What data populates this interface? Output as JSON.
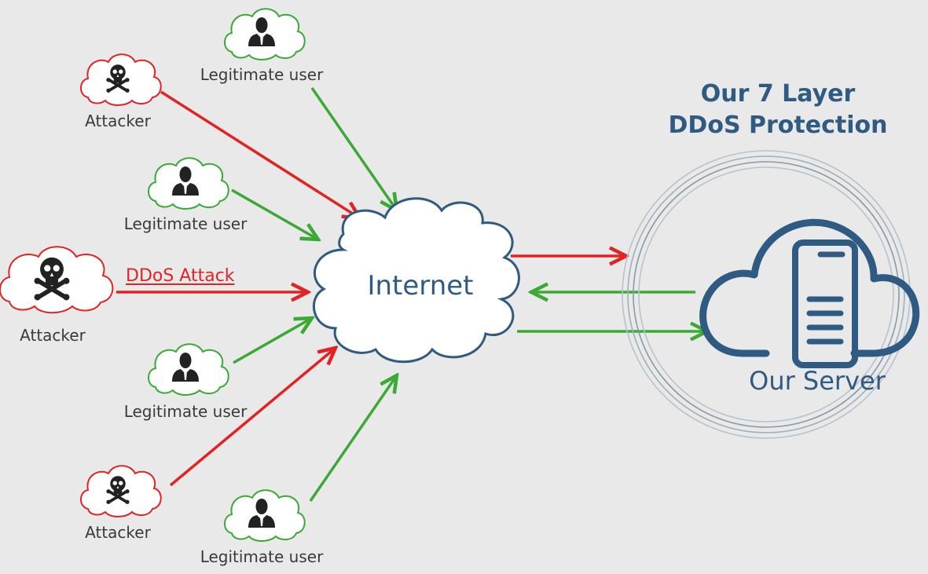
{
  "labels": {
    "attacker": "Attacker",
    "legitimate_user": "Legitimate user",
    "ddos_attack": "DDoS Attack",
    "internet": "Internet",
    "our_server": "Our Server",
    "protection_line1": "Our 7 Layer",
    "protection_line2": "DDoS Protection"
  },
  "colors": {
    "background": "#e9e9e9",
    "attacker": "#e02424",
    "legitimate": "#3aaa35",
    "brand": "#2f5b82"
  },
  "nodes": [
    {
      "kind": "legitimate",
      "icon": "user-icon"
    },
    {
      "kind": "attacker",
      "icon": "skull-crossbones-icon"
    },
    {
      "kind": "legitimate",
      "icon": "user-icon"
    },
    {
      "kind": "attacker",
      "icon": "skull-crossbones-icon"
    },
    {
      "kind": "legitimate",
      "icon": "user-icon"
    },
    {
      "kind": "attacker",
      "icon": "skull-crossbones-icon"
    },
    {
      "kind": "legitimate",
      "icon": "user-icon"
    }
  ]
}
